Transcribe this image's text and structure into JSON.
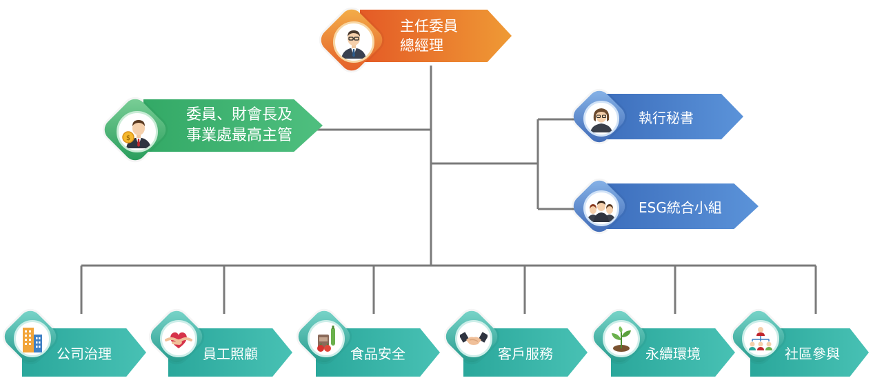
{
  "nodes": {
    "chair": {
      "line1": "主任委員",
      "line2": "總經理",
      "icon": "businessman-icon"
    },
    "committee": {
      "line1": "委員、財會長及",
      "line2": "事業處最高主管",
      "icon": "finance-manager-icon"
    },
    "secretary": {
      "label": "執行秘書",
      "icon": "secretary-icon"
    },
    "esg_team": {
      "label": "ESG統合小組",
      "icon": "team-icon"
    }
  },
  "departments": [
    {
      "label": "公司治理",
      "icon": "building-icon"
    },
    {
      "label": "員工照顧",
      "icon": "heart-hands-icon"
    },
    {
      "label": "食品安全",
      "icon": "food-icon"
    },
    {
      "label": "客戶服務",
      "icon": "handshake-icon"
    },
    {
      "label": "永續環境",
      "icon": "plant-icon"
    },
    {
      "label": "社區參與",
      "icon": "community-icon"
    }
  ],
  "colors": {
    "chair": "#e9762d",
    "committee": "#3bb071",
    "secretary": "#4a7fc9",
    "department": "#35b0a4",
    "connector": "#7a7a7a"
  }
}
